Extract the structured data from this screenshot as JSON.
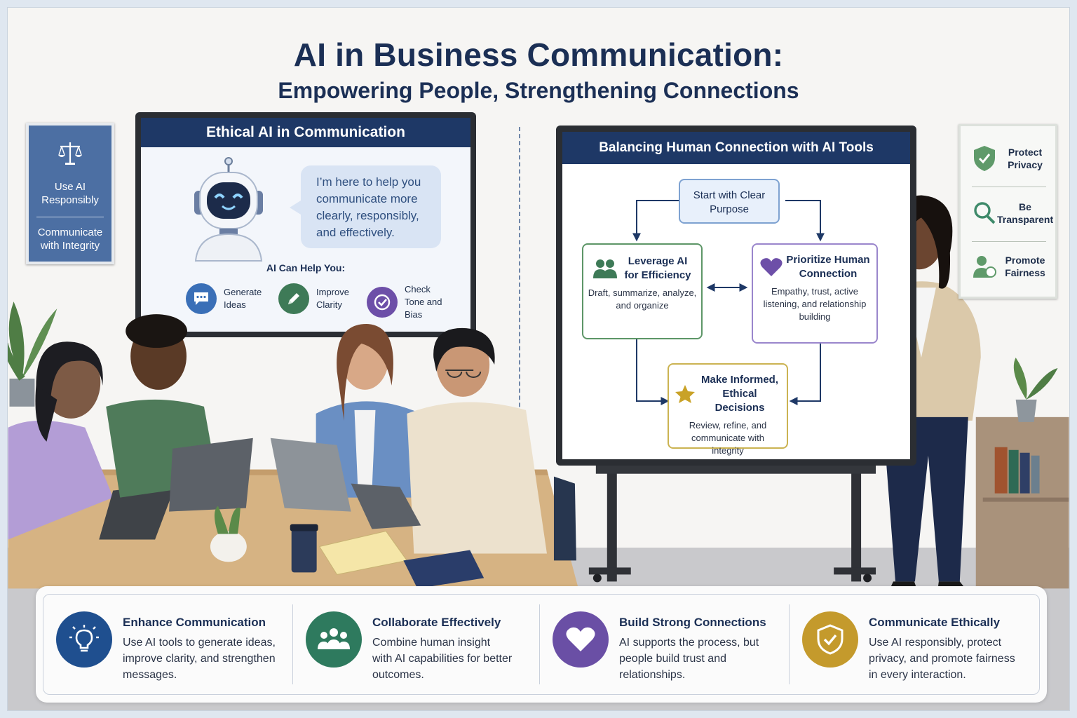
{
  "header": {
    "title": "AI in Business Communication:",
    "subtitle": "Empowering People, Strengthening Connections"
  },
  "left_poster": {
    "icon": "scales-icon",
    "line1": "Use AI Responsibly",
    "line2": "Communicate with Integrity"
  },
  "screen_left": {
    "title": "Ethical AI in Communication",
    "bubble": "I’m here to help you communicate more clearly, responsibly, and effectively.",
    "help_title": "AI Can Help You:",
    "items": [
      {
        "label": "Generate Ideas",
        "icon": "chat-icon",
        "color": "#3a6fb7"
      },
      {
        "label": "Improve Clarity",
        "icon": "pencil-icon",
        "color": "#3e7a57"
      },
      {
        "label": "Check Tone and Bias",
        "icon": "check-icon",
        "color": "#6d4fa8"
      }
    ]
  },
  "screen_right": {
    "title": "Balancing Human Connection with AI Tools",
    "start": {
      "title": "Start with Clear Purpose"
    },
    "leverage": {
      "title": "Leverage AI for Efficiency",
      "desc": "Draft, summarize, analyze, and organize",
      "icon": "people-icon",
      "color": "#3e7a57"
    },
    "prioritize": {
      "title": "Prioritize Human Connection",
      "desc": "Empathy, trust, active listening, and relationship building",
      "icon": "heart-icon",
      "color": "#6d4fa8"
    },
    "decide": {
      "title": "Make Informed, Ethical Decisions",
      "desc": "Review, refine, and communicate with integrity",
      "icon": "star-icon",
      "color": "#c9a227"
    }
  },
  "right_poster": {
    "items": [
      {
        "label": "Protect Privacy",
        "icon": "shield-check-icon"
      },
      {
        "label": "Be Transparent",
        "icon": "magnifier-icon"
      },
      {
        "label": "Promote Fairness",
        "icon": "person-icon"
      }
    ]
  },
  "cards": [
    {
      "title": "Enhance Communication",
      "body": "Use AI tools to generate ideas, improve clarity, and strengthen messages.",
      "icon": "lightbulb-icon",
      "color": "#1f4f8f"
    },
    {
      "title": "Collaborate Effectively",
      "body": "Combine human insight with AI capabilities for better outcomes.",
      "icon": "group-icon",
      "color": "#2e7a5e"
    },
    {
      "title": "Build Strong Connections",
      "body": "AI supports the process, but people build trust and relationships.",
      "icon": "heart-icon",
      "color": "#6a4fa5"
    },
    {
      "title": "Communicate Ethically",
      "body": "Use AI responsibly, protect privacy, and promote fairness in every interaction.",
      "icon": "shield-check-icon",
      "color": "#c49a2c"
    }
  ]
}
